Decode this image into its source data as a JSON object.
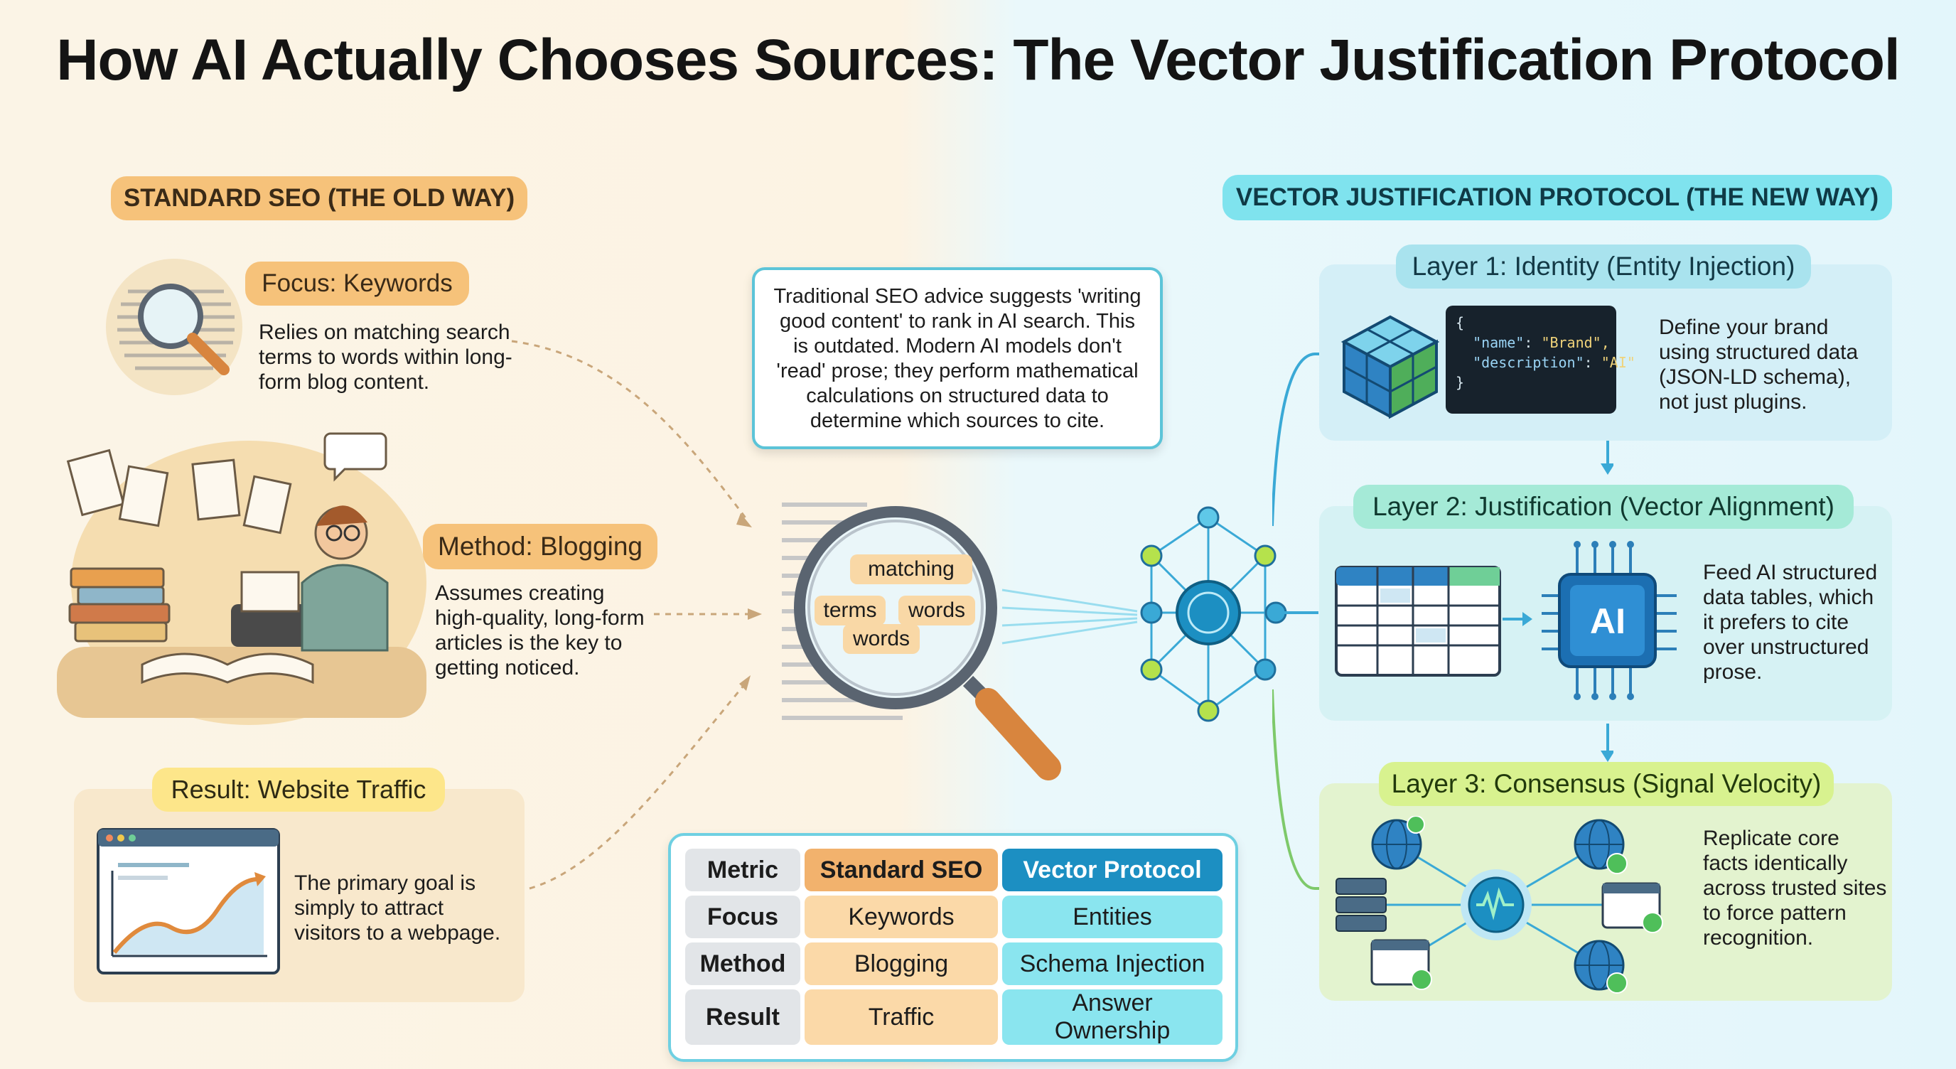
{
  "title": "How AI Actually Chooses Sources: The Vector Justification Protocol",
  "left": {
    "header": "STANDARD SEO (THE OLD WAY)",
    "focus": {
      "label": "Focus: Keywords",
      "text": "Relies on matching search terms to words within long-form blog content.",
      "lines": [
        "Relies on matching search",
        "terms to words within long-",
        "form blog content."
      ]
    },
    "method": {
      "label": "Method: Blogging",
      "lines": [
        "Assumes creating",
        "high-quality, long-form",
        "articles is the key to",
        "getting noticed."
      ]
    },
    "result": {
      "label": "Result: Website Traffic",
      "lines": [
        "The primary goal is",
        "simply to attract",
        "visitors to a webpage."
      ]
    }
  },
  "center": {
    "callout_lines": [
      "Traditional SEO advice suggests 'writing",
      "good content' to rank in AI search. This",
      "is outdated. Modern AI models don't",
      "'read' prose; they perform mathematical",
      "calculations on structured data to",
      "determine which sources to cite."
    ],
    "lens_words": [
      "matching",
      "terms",
      "words",
      "words"
    ]
  },
  "table": {
    "headers": [
      "Metric",
      "Standard SEO",
      "Vector Protocol"
    ],
    "rows": [
      [
        "Focus",
        "Keywords",
        "Entities"
      ],
      [
        "Method",
        "Blogging",
        "Schema Injection"
      ],
      [
        "Result",
        "Traffic",
        "Answer Ownership"
      ]
    ]
  },
  "right": {
    "header": "VECTOR JUSTIFICATION PROTOCOL (THE NEW WAY)",
    "layer1": {
      "label": "Layer 1: Identity (Entity Injection)",
      "code": {
        "open": "{",
        "name_key": "\"name\"",
        "name_val": "\"Brand\",",
        "desc_key": "\"description\"",
        "desc_val": "\"AI\"",
        "close": "}"
      },
      "lines": [
        "Define your brand",
        "using structured data",
        "(JSON-LD schema),",
        "not just plugins."
      ]
    },
    "layer2": {
      "label": "Layer 2: Justification (Vector Alignment)",
      "chip": "AI",
      "lines": [
        "Feed AI structured",
        "data tables, which",
        "it prefers to cite",
        "over unstructured",
        "prose."
      ]
    },
    "layer3": {
      "label": "Layer 3: Consensus (Signal Velocity)",
      "lines": [
        "Replicate core",
        "facts identically",
        "across trusted sites",
        "to force pattern",
        "recognition."
      ]
    }
  },
  "colors": {
    "old_accent": "#f6c27a",
    "new_accent": "#7fe3ee",
    "table_vector_header": "#1c8fc2",
    "network_line": "#3aa9d6"
  },
  "icons": [
    "magnifier-icon",
    "writer-illustration-icon",
    "traffic-chart-icon",
    "network-icon",
    "cube-icon",
    "data-table-icon",
    "ai-chip-icon",
    "globe-icon",
    "server-icon",
    "browser-check-icon",
    "signal-icon"
  ]
}
